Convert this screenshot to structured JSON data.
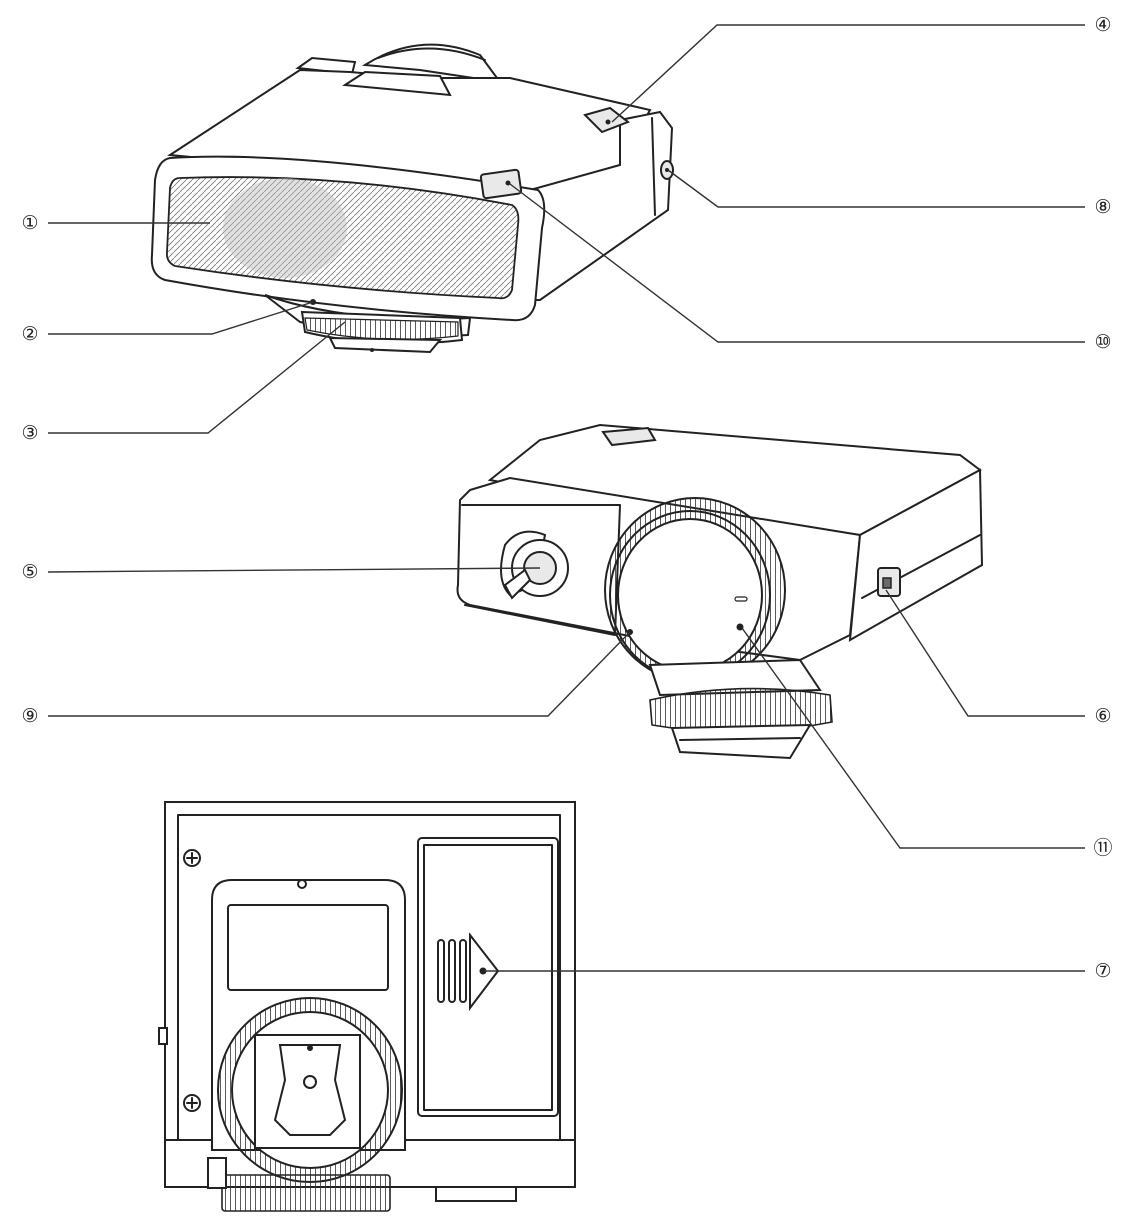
{
  "colors": {
    "line": "#222222",
    "background": "#ffffff",
    "shade": "#e9e9e9"
  },
  "views": [
    "front-top-view",
    "rear-angled-view",
    "bottom-view"
  ],
  "callouts": [
    {
      "id": "c1",
      "label": "①"
    },
    {
      "id": "c2",
      "label": "②"
    },
    {
      "id": "c3",
      "label": "③"
    },
    {
      "id": "c4",
      "label": "④"
    },
    {
      "id": "c5",
      "label": "⑤"
    },
    {
      "id": "c6",
      "label": "⑥"
    },
    {
      "id": "c7",
      "label": "⑦"
    },
    {
      "id": "c8",
      "label": "⑧"
    },
    {
      "id": "c9",
      "label": "⑨"
    },
    {
      "id": "c10",
      "label": "⑩"
    },
    {
      "id": "c11",
      "label": "⑪"
    }
  ]
}
